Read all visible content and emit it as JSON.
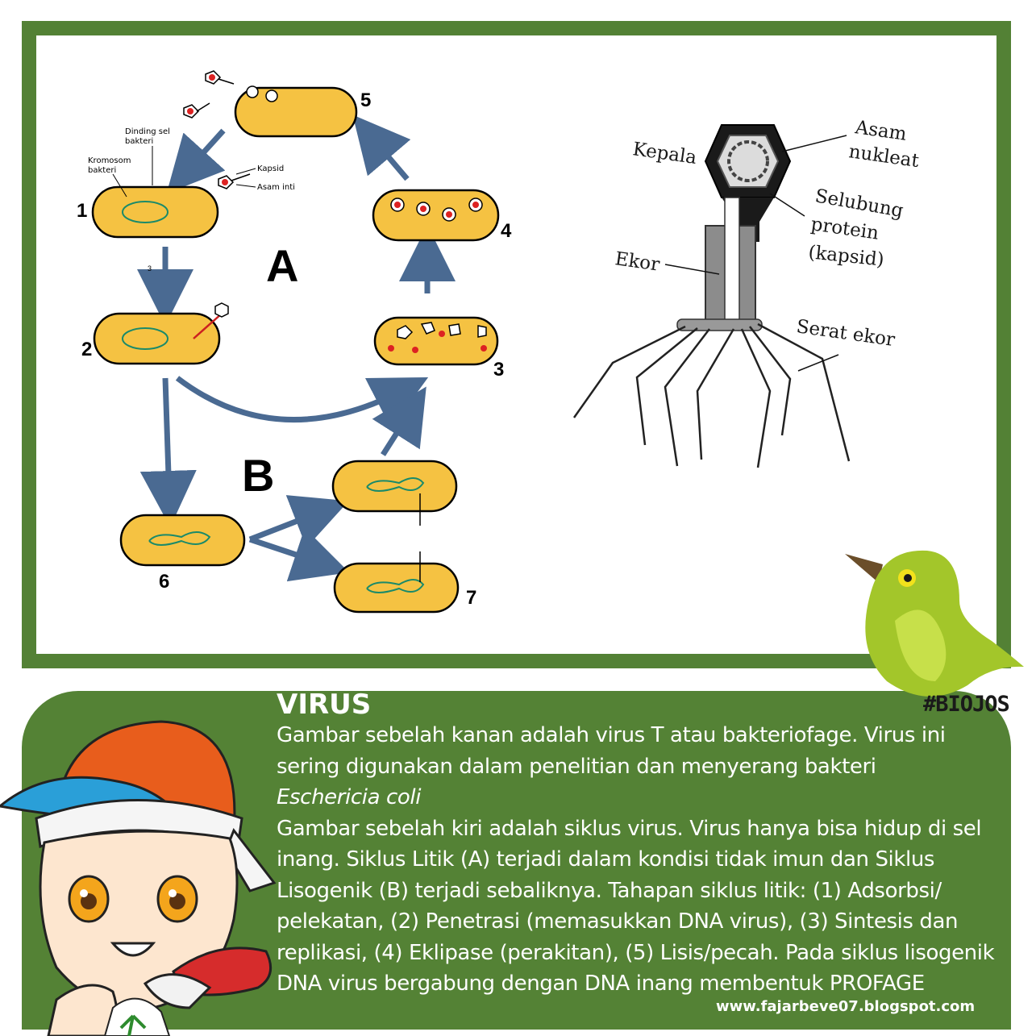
{
  "diagram": {
    "cycle_labels": {
      "step1": "1",
      "step2": "2",
      "step3": "3",
      "step4": "4",
      "step5": "5",
      "step6": "6",
      "step7": "7",
      "cycle_a": "A",
      "cycle_b": "B",
      "small_3": "3"
    },
    "small_labels": {
      "dinding_line1": "Dinding sel",
      "dinding_line2": "bakteri",
      "kromosom_line1": "Kromosom",
      "kromosom_line2": "bakteri",
      "kapsid": "Kapsid",
      "asam_inti": "Asam inti"
    },
    "phage_labels": {
      "kepala": "Kepala",
      "asam_line1": "Asam",
      "asam_line2": "nukleat",
      "selubung_line1": "Selubung",
      "selubung_line2": "protein",
      "selubung_line3": "(kapsid)",
      "ekor": "Ekor",
      "serat_ekor": "Serat ekor"
    },
    "colors": {
      "frame": "#538135",
      "panel": "#548235",
      "cell_fill": "#f5c242",
      "arrow": "#4a6a92"
    }
  },
  "badge": {
    "hashtag": "#BIOJOS"
  },
  "text": {
    "title": "VIRUS",
    "para1": "Gambar sebelah kanan adalah virus T atau bakteriofage. Virus ini sering digunakan dalam penelitian dan menyerang bakteri",
    "para1_italic": "Eschericia coli",
    "para2": "Gambar sebelah kiri adalah siklus virus. Virus hanya bisa hidup di sel inang. Siklus Litik (A) terjadi dalam kondisi tidak imun dan Siklus Lisogenik  (B) terjadi sebaliknya. Tahapan siklus litik: (1) Adsorbsi/ pelekatan, (2) Penetrasi (memasukkan DNA virus), (3) Sintesis dan replikasi, (4) Eklipase (perakitan), (5) Lisis/pecah. Pada siklus lisogenik DNA virus bergabung dengan DNA inang membentuk PROFAGE"
  },
  "footer": {
    "url": "www.fajarbeve07.blogspot.com"
  }
}
